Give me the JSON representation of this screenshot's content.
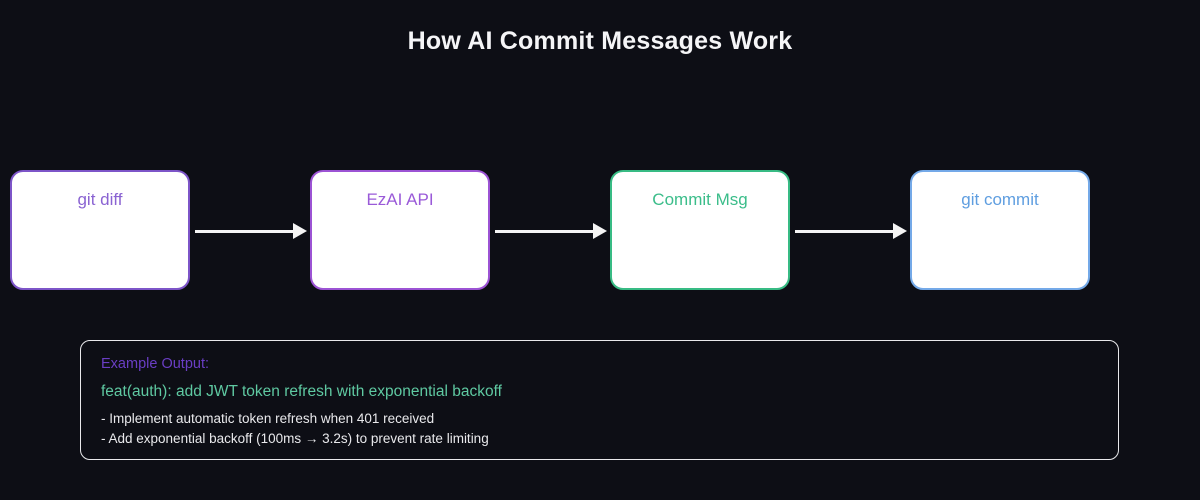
{
  "title": "How AI Commit Messages Work",
  "colors": {
    "background": "#0d0e15",
    "title_text": "#f5f5f7",
    "node_fill": "#ffffff",
    "node_git_diff": "#7d55c8",
    "node_ezai_api": "#9c53d4",
    "node_commit_msg": "#38bb84",
    "node_git_commit": "#74a9e8",
    "arrow": "#f5f5f5",
    "example_border": "#e9e9ec",
    "example_heading": "#6a3ec4",
    "example_commit_title": "#5fc9a2",
    "example_bullet_text": "#e9e9ec"
  },
  "flow": {
    "nodes": [
      {
        "label": "git diff",
        "color": "#7d55c8"
      },
      {
        "label": "EzAI API",
        "color": "#9c53d4"
      },
      {
        "label": "Commit Msg",
        "color": "#38bb84"
      },
      {
        "label": "git commit",
        "color": "#74a9e8"
      }
    ],
    "arrow_count": 3
  },
  "example": {
    "heading": "Example Output:",
    "commit_title": "feat(auth): add JWT token refresh with exponential backoff",
    "bullets": [
      "- Implement automatic token refresh when 401 received",
      "- Add exponential backoff (100ms → 3.2s) to prevent rate limiting"
    ]
  }
}
